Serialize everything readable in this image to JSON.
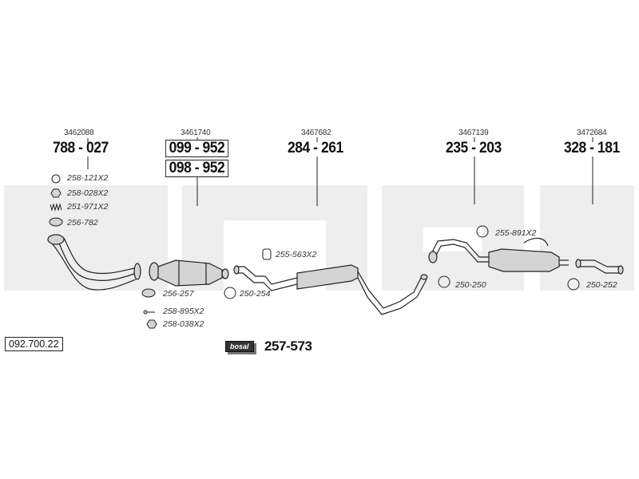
{
  "reference_number": "092.700.22",
  "groups": [
    {
      "oem": "3462088",
      "part": "788 - 027"
    },
    {
      "oem": "3461740",
      "part": "099 - 952",
      "alt_part": "098 - 952"
    },
    {
      "oem": "3467682",
      "part": "284 - 261"
    },
    {
      "oem": "3467139",
      "part": "235 - 203"
    },
    {
      "oem": "3472684",
      "part": "328 - 181"
    }
  ],
  "small_parts": [
    "258-121X2",
    "258-028X2",
    "251-971X2",
    "256-782",
    "256-257",
    "258-895X2",
    "258-038X2",
    "255-563X2",
    "250-254",
    "255-891X2",
    "250-250",
    "250-252"
  ],
  "mounting_kit": {
    "badge": "bosal",
    "number": "257-573"
  },
  "colors": {
    "ink": "#111111",
    "watermark": "#eeeeee",
    "part_fill": "#d4d4d4"
  }
}
